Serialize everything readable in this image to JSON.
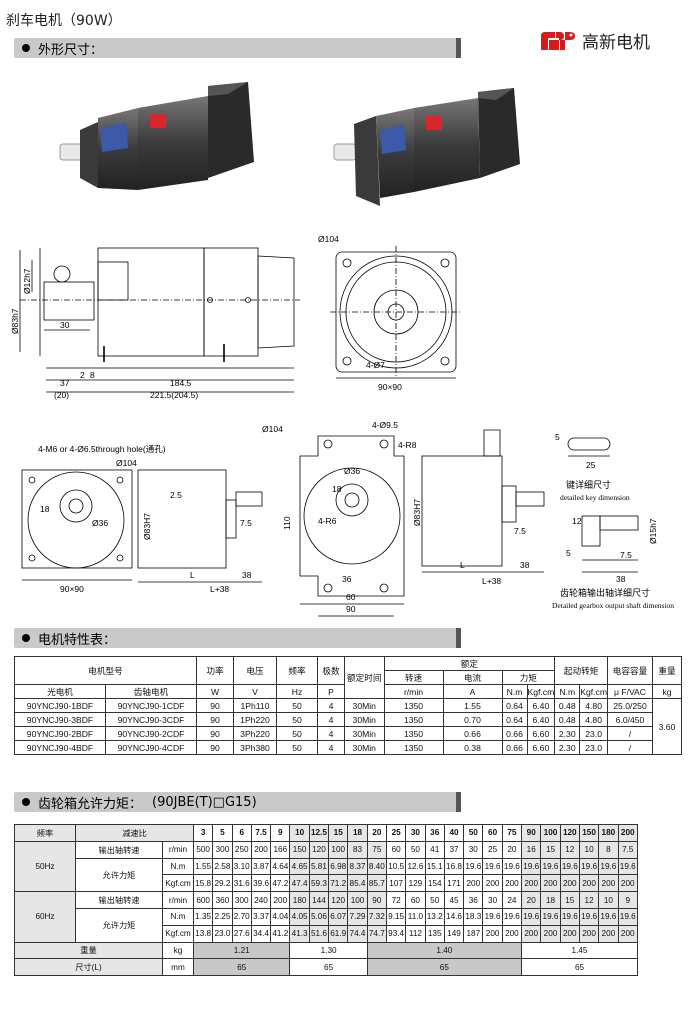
{
  "page": {
    "title": "刹车电机（90W）",
    "brand": "高新电机",
    "brand_logo_icon": "gaoxin-logo-icon",
    "accent": "#d51b1b"
  },
  "sections": {
    "dimensions": "外形尺寸：",
    "characteristics": "电机特性表：",
    "gearbox": "齿轮箱允许力矩：",
    "gearbox_model": "(90JBE(T)□G15)"
  },
  "drawing": {
    "side": {
      "dia": "Ø12h7",
      "d83": "Ø83h7",
      "w30": "30",
      "w37": "37",
      "w20": "(20)",
      "w2": "2",
      "w8": "8",
      "w184": "184.5",
      "wTotal": "221.5(204.5)"
    },
    "front": {
      "d104": "Ø104",
      "holes": "4-Ø7",
      "sq": "90×90"
    },
    "gearL": {
      "holes": "4-M6 or 4-Ø6.5through hole(通孔)",
      "d104": "Ø104",
      "d36": "Ø36",
      "v18": "18",
      "sq": "90×90",
      "d83": "Ø83H7",
      "v25": "2.5",
      "v75": "7.5",
      "L": "L",
      "v38": "38",
      "L38": "L+38"
    },
    "gearM": {
      "d104": "Ø104",
      "holes": "4-Ø9.5",
      "r8": "4-R8",
      "r6": "4-R6",
      "v110": "110",
      "d36": "Ø36",
      "v18": "18",
      "v36": "36",
      "v60": "60",
      "v90": "90",
      "d83": "Ø83H7",
      "v75": "7.5",
      "L": "L",
      "v38": "38",
      "L38": "L+38"
    },
    "key": {
      "v5": "5",
      "v25": "25",
      "cn": "键详细尺寸",
      "en": "detailed key dimension",
      "v12": "12",
      "v5b": "5",
      "v15": "Ø15h7",
      "v75": "7.5",
      "v38": "38",
      "cn2": "齿轮箱输出轴详细尺寸",
      "en2": "Detailed gearbox output shaft dimension"
    }
  },
  "spec_table": {
    "h1": [
      "电机型号",
      "功率",
      "电压",
      "频率",
      "极数",
      "额定时间",
      "额定",
      "起动转矩",
      "电容容量",
      "重量"
    ],
    "h2": [
      "转速",
      "电流",
      "力矩"
    ],
    "h3": [
      "光电机",
      "齿轴电机",
      "W",
      "V",
      "Hz",
      "P",
      "r/min",
      "A",
      "N.m",
      "Kgf.cm",
      "N.m",
      "Kgf.cm",
      "μ F/VAC",
      "kg"
    ],
    "rows": [
      [
        "90YNCJ90-1BDF",
        "90YNCJ90-1CDF",
        "90",
        "1Ph110",
        "50",
        "4",
        "30Min",
        "1350",
        "1.55",
        "0.64",
        "6.40",
        "0.48",
        "4.80",
        "25.0/250"
      ],
      [
        "90YNCJ90-3BDF",
        "90YNCJ90-3CDF",
        "90",
        "1Ph220",
        "50",
        "4",
        "30Min",
        "1350",
        "0.70",
        "0.64",
        "6.40",
        "0.48",
        "4.80",
        "6.0/450"
      ],
      [
        "90YNCJ90-2BDF",
        "90YNCJ90-2CDF",
        "90",
        "3Ph220",
        "50",
        "4",
        "30Min",
        "1350",
        "0.66",
        "0.66",
        "6.60",
        "2.30",
        "23.0",
        "/"
      ],
      [
        "90YNCJ90-4BDF",
        "90YNCJ90-4CDF",
        "90",
        "3Ph380",
        "50",
        "4",
        "30Min",
        "1350",
        "0.38",
        "0.66",
        "6.60",
        "2.30",
        "23.0",
        "/"
      ]
    ],
    "weight": "3.60"
  },
  "gear_table": {
    "h_freq": "频率",
    "h_ratio": "减速比",
    "ratios": [
      "3",
      "5",
      "6",
      "7.5",
      "9",
      "10",
      "12.5",
      "15",
      "18",
      "20",
      "25",
      "30",
      "36",
      "40",
      "50",
      "60",
      "75",
      "90",
      "100",
      "120",
      "150",
      "180",
      "200"
    ],
    "hz50": "50Hz",
    "hz60": "60Hz",
    "out_speed": "输出轴转速",
    "allow_torque": "允许力矩",
    "u_rmin": "r/min",
    "u_nm": "N.m",
    "u_kgf": "Kgf.cm",
    "r50_speed": [
      "500",
      "300",
      "250",
      "200",
      "166",
      "150",
      "120",
      "100",
      "83",
      "75",
      "60",
      "50",
      "41",
      "37",
      "30",
      "25",
      "20",
      "16",
      "15",
      "12",
      "10",
      "8",
      "7.5"
    ],
    "r50_nm": [
      "1.55",
      "2.58",
      "3.10",
      "3.87",
      "4.64",
      "4.65",
      "5.81",
      "6.98",
      "8.37",
      "8.40",
      "10.5",
      "12.6",
      "15.1",
      "16.8",
      "19.6",
      "19.6",
      "19.6",
      "19.6",
      "19.6",
      "19.6",
      "19.6",
      "19.6",
      "19.6"
    ],
    "r50_kgf": [
      "15.8",
      "29.2",
      "31.6",
      "39.6",
      "47.2",
      "47.4",
      "59.3",
      "71.2",
      "85.4",
      "85.7",
      "107",
      "129",
      "154",
      "171",
      "200",
      "200",
      "200",
      "200",
      "200",
      "200",
      "200",
      "200",
      "200"
    ],
    "r60_speed": [
      "600",
      "360",
      "300",
      "240",
      "200",
      "180",
      "144",
      "120",
      "100",
      "90",
      "72",
      "60",
      "50",
      "45",
      "36",
      "30",
      "24",
      "20",
      "18",
      "15",
      "12",
      "10",
      "9"
    ],
    "r60_nm": [
      "1.35",
      "2.25",
      "2.70",
      "3.37",
      "4.04",
      "4.05",
      "5.06",
      "6.07",
      "7.29",
      "7.32",
      "9.15",
      "11.0",
      "13.2",
      "14.6",
      "18.3",
      "19.6",
      "19.6",
      "19.6",
      "19.6",
      "19.6",
      "19.6",
      "19.6",
      "19.6"
    ],
    "r60_kgf": [
      "13.8",
      "23.0",
      "27.6",
      "34.4",
      "41.2",
      "41.3",
      "51.6",
      "61.9",
      "74.4",
      "74.7",
      "93.4",
      "112",
      "135",
      "149",
      "187",
      "200",
      "200",
      "200",
      "200",
      "200",
      "200",
      "200",
      "200"
    ],
    "weight_label": "重量",
    "weight_unit": "kg",
    "weights": [
      "1.21",
      "1.30",
      "1.40",
      "1.45"
    ],
    "size_label": "尺寸(L)",
    "size_unit": "mm",
    "sizes": [
      "65",
      "65",
      "65",
      "65"
    ]
  }
}
